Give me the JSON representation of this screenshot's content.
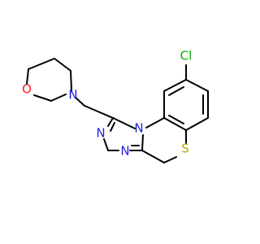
{
  "molecule": {
    "atoms": {
      "cl": "Cl",
      "s": "S",
      "n_ring": "N",
      "n_left": "N",
      "n_bottom": "N",
      "n_morph": "N",
      "o_morph": "O"
    }
  },
  "colors": {
    "bond": "#000000",
    "chlorine": "#00b000",
    "sulfur": "#b8a800",
    "nitrogen": "#1f1fdd",
    "oxygen": "#ff1a1a",
    "background": "#ffffff"
  }
}
